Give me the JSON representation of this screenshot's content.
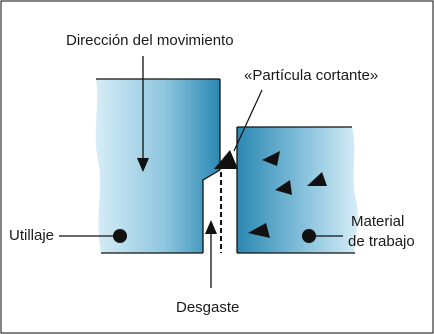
{
  "labels": {
    "direction": "Dirección del movimiento",
    "cutting_particle": "«Partícula cortante»",
    "tooling": "Utillaje",
    "work_material_line1": "Material",
    "work_material_line2": "de trabajo",
    "wear": "Desgaste"
  },
  "colors": {
    "frame": "#333333",
    "tool_dark": "#2a88b2",
    "tool_light": "#d6edf7",
    "ink": "#111111"
  }
}
